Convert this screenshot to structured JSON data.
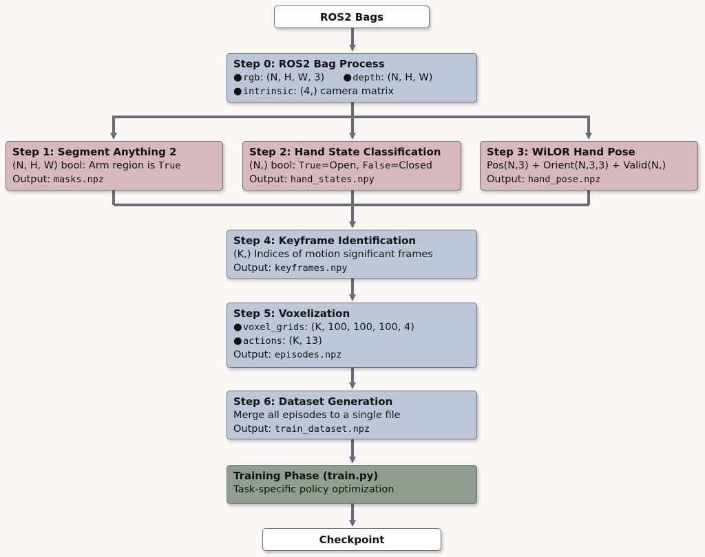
{
  "nodes": {
    "start": {
      "label": "ROS2 Bags"
    },
    "step0": {
      "title": "Step 0: ROS2 Bag Process",
      "rgb_key": "rgb",
      "rgb_value": ": (N, H, W, 3)",
      "depth_key": "depth",
      "depth_value": ": (N, H, W)",
      "intrinsic_key": "intrinsic",
      "intrinsic_value": ": (4,) camera matrix"
    },
    "step1": {
      "title": "Step 1: Segment Anything 2",
      "desc": "(N, H, W) bool: Arm region is ",
      "desc_code": "True",
      "output_label": "Output: ",
      "output_file": "masks.npz"
    },
    "step2": {
      "title": "Step 2: Hand State Classification",
      "desc_prefix": "(N,) bool: ",
      "true_code": "True",
      "true_text": "=Open, ",
      "false_code": "False",
      "false_text": "=Closed",
      "output_label": "Output: ",
      "output_file": "hand_states.npy"
    },
    "step3": {
      "title": "Step 3: WiLOR Hand Pose",
      "desc": "Pos(N,3) + Orient(N,3,3) + Valid(N,)",
      "output_label": "Output: ",
      "output_file": "hand_pose.npz"
    },
    "step4": {
      "title": "Step 4: Keyframe Identification",
      "desc": "(K,) Indices of motion significant frames",
      "output_label": "Output: ",
      "output_file": "keyframes.npy"
    },
    "step5": {
      "title": "Step 5: Voxelization",
      "voxel_key": "voxel_grids",
      "voxel_value": ": (K, 100, 100, 100, 4)",
      "actions_key": "actions",
      "actions_value": ": (K, 13)",
      "output_label": "Output: ",
      "output_file": "episodes.npz"
    },
    "step6": {
      "title": "Step 6: Dataset Generation",
      "desc": "Merge all episodes to a single file",
      "output_label": "Output: ",
      "output_file": "train_dataset.npz"
    },
    "training": {
      "title": "Training Phase (train.py)",
      "desc": "Task-specific policy optimization"
    },
    "end": {
      "label": "Checkpoint"
    }
  },
  "colors": {
    "step_blue": "#bcc8d8",
    "step_pink": "#d7b8bc",
    "training_green": "#8f9e8f",
    "arrow": "#6b6b78"
  }
}
